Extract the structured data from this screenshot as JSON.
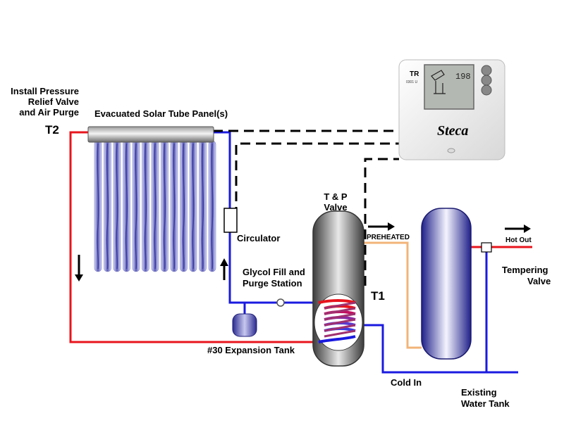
{
  "labels": {
    "pressure_relief_line1": "Install Pressure",
    "pressure_relief_line2": "Relief Valve",
    "pressure_relief_line3": "and Air Purge",
    "t2": "T2",
    "panel": "Evacuated Solar Tube Panel(s)",
    "circulator": "Circulator",
    "tp_valve_line1": "T & P",
    "tp_valve_line2": "Valve",
    "glycol_line1": "Glycol Fill and",
    "glycol_line2": "Purge Station",
    "t1": "T1",
    "preheated": "PREHEATED",
    "hot_out": "Hot Out",
    "tempering_line1": "Tempering",
    "tempering_line2": "Valve",
    "expansion_tank": "#30 Expansion Tank",
    "cold_in": "Cold In",
    "existing_line1": "Existing",
    "existing_line2": "Water Tank"
  },
  "controller": {
    "model": "TR",
    "sub_model": "0301 U",
    "display_value": "198",
    "brand": "Steca"
  },
  "colors": {
    "hot_pipe": "#e8141c",
    "cold_pipe": "#1a1ae0",
    "preheated_pipe": "#f2b478",
    "sensor_wire": "#000000",
    "tank_body": "#8a8a8a",
    "water_tank": "#2a2aa0",
    "controller_body": "#f0f0f0"
  },
  "icons": [
    "flow-arrow-down-icon",
    "flow-arrow-up-icon",
    "flow-arrow-right-icon",
    "heat-exchanger-coil-icon",
    "valve-icon"
  ]
}
